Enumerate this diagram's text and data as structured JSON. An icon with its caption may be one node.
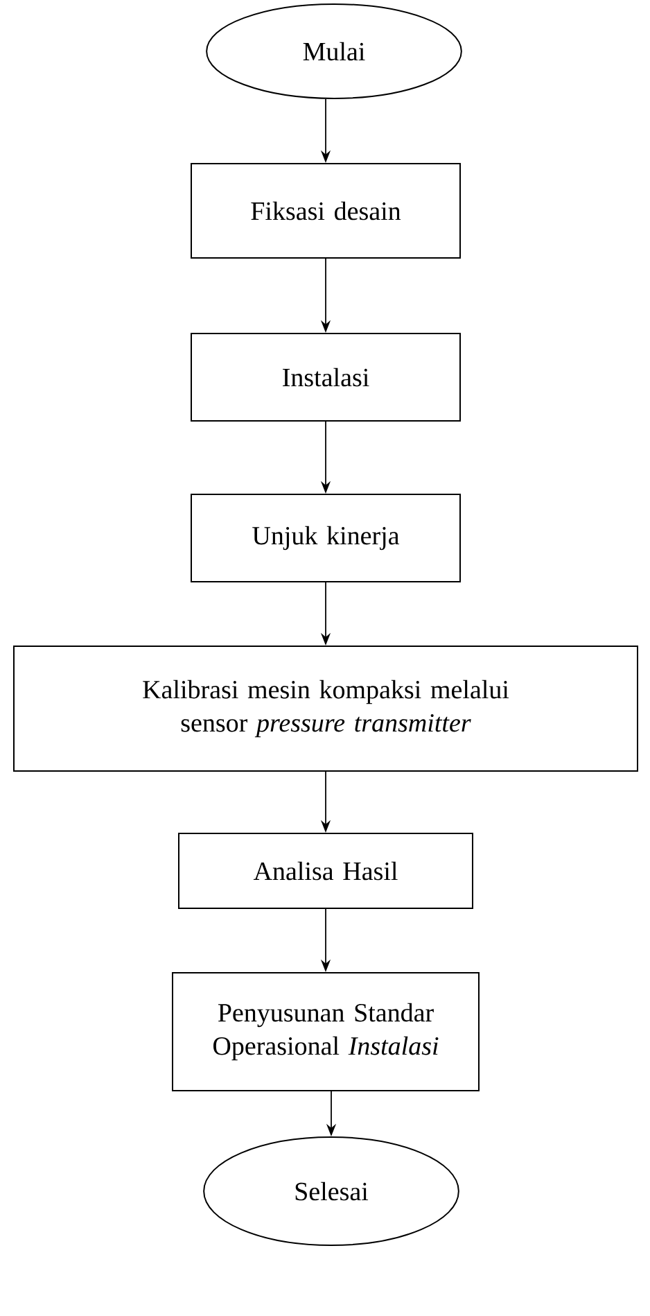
{
  "diagram": {
    "nodes": [
      {
        "text": [
          "Mulai"
        ]
      },
      {
        "text": [
          "Fiksasi desain"
        ]
      },
      {
        "text": [
          "Instalasi"
        ]
      },
      {
        "text": [
          "Unjuk kinerja"
        ]
      },
      {
        "text": [
          "Kalibrasi mesin kompaksi melalui sensor *pressure transmitter*"
        ]
      },
      {
        "text": [
          "Analisa Hasil"
        ]
      },
      {
        "text": [
          "Penyusunan Standar Operasional *Instalasi*"
        ]
      },
      {
        "text": [
          "Selesai"
        ]
      }
    ],
    "edges": [
      {
        "from": 0,
        "to": 1,
        "arrow": "to"
      },
      {
        "from": 1,
        "to": 2,
        "arrow": "to"
      },
      {
        "from": 2,
        "to": 3,
        "arrow": "to"
      },
      {
        "from": 3,
        "to": 4,
        "arrow": "to"
      },
      {
        "from": 4,
        "to": 5,
        "arrow": "to"
      },
      {
        "from": 5,
        "to": 6,
        "arrow": "to"
      },
      {
        "from": 6,
        "to": 7,
        "arrow": "to"
      }
    ]
  }
}
